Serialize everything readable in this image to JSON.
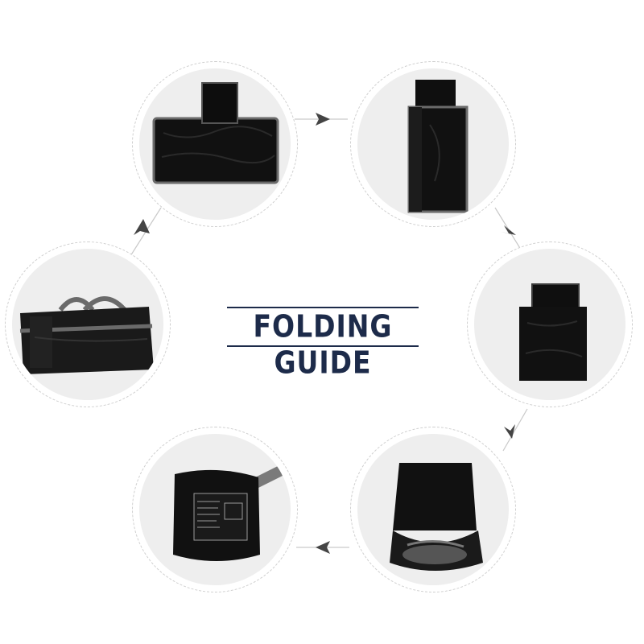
{
  "title": "FOLDING GUIDE",
  "colors": {
    "title": "#1d2b4a",
    "bag": "#111111",
    "trim": "#6a6a6a",
    "dashed_ring": "#cfcfcf",
    "disc": "#eeeeee",
    "arrow": "#444444"
  },
  "steps": [
    {
      "id": "step-1",
      "icon": "flat-bag-with-flap"
    },
    {
      "id": "step-2",
      "icon": "folded-bag-vertical"
    },
    {
      "id": "step-3",
      "icon": "bag-with-pouch-up"
    },
    {
      "id": "step-4",
      "icon": "bag-stuffed-into-pouch"
    },
    {
      "id": "step-5",
      "icon": "packed-pouch-with-label"
    },
    {
      "id": "step-6",
      "icon": "duffel-bag"
    }
  ]
}
